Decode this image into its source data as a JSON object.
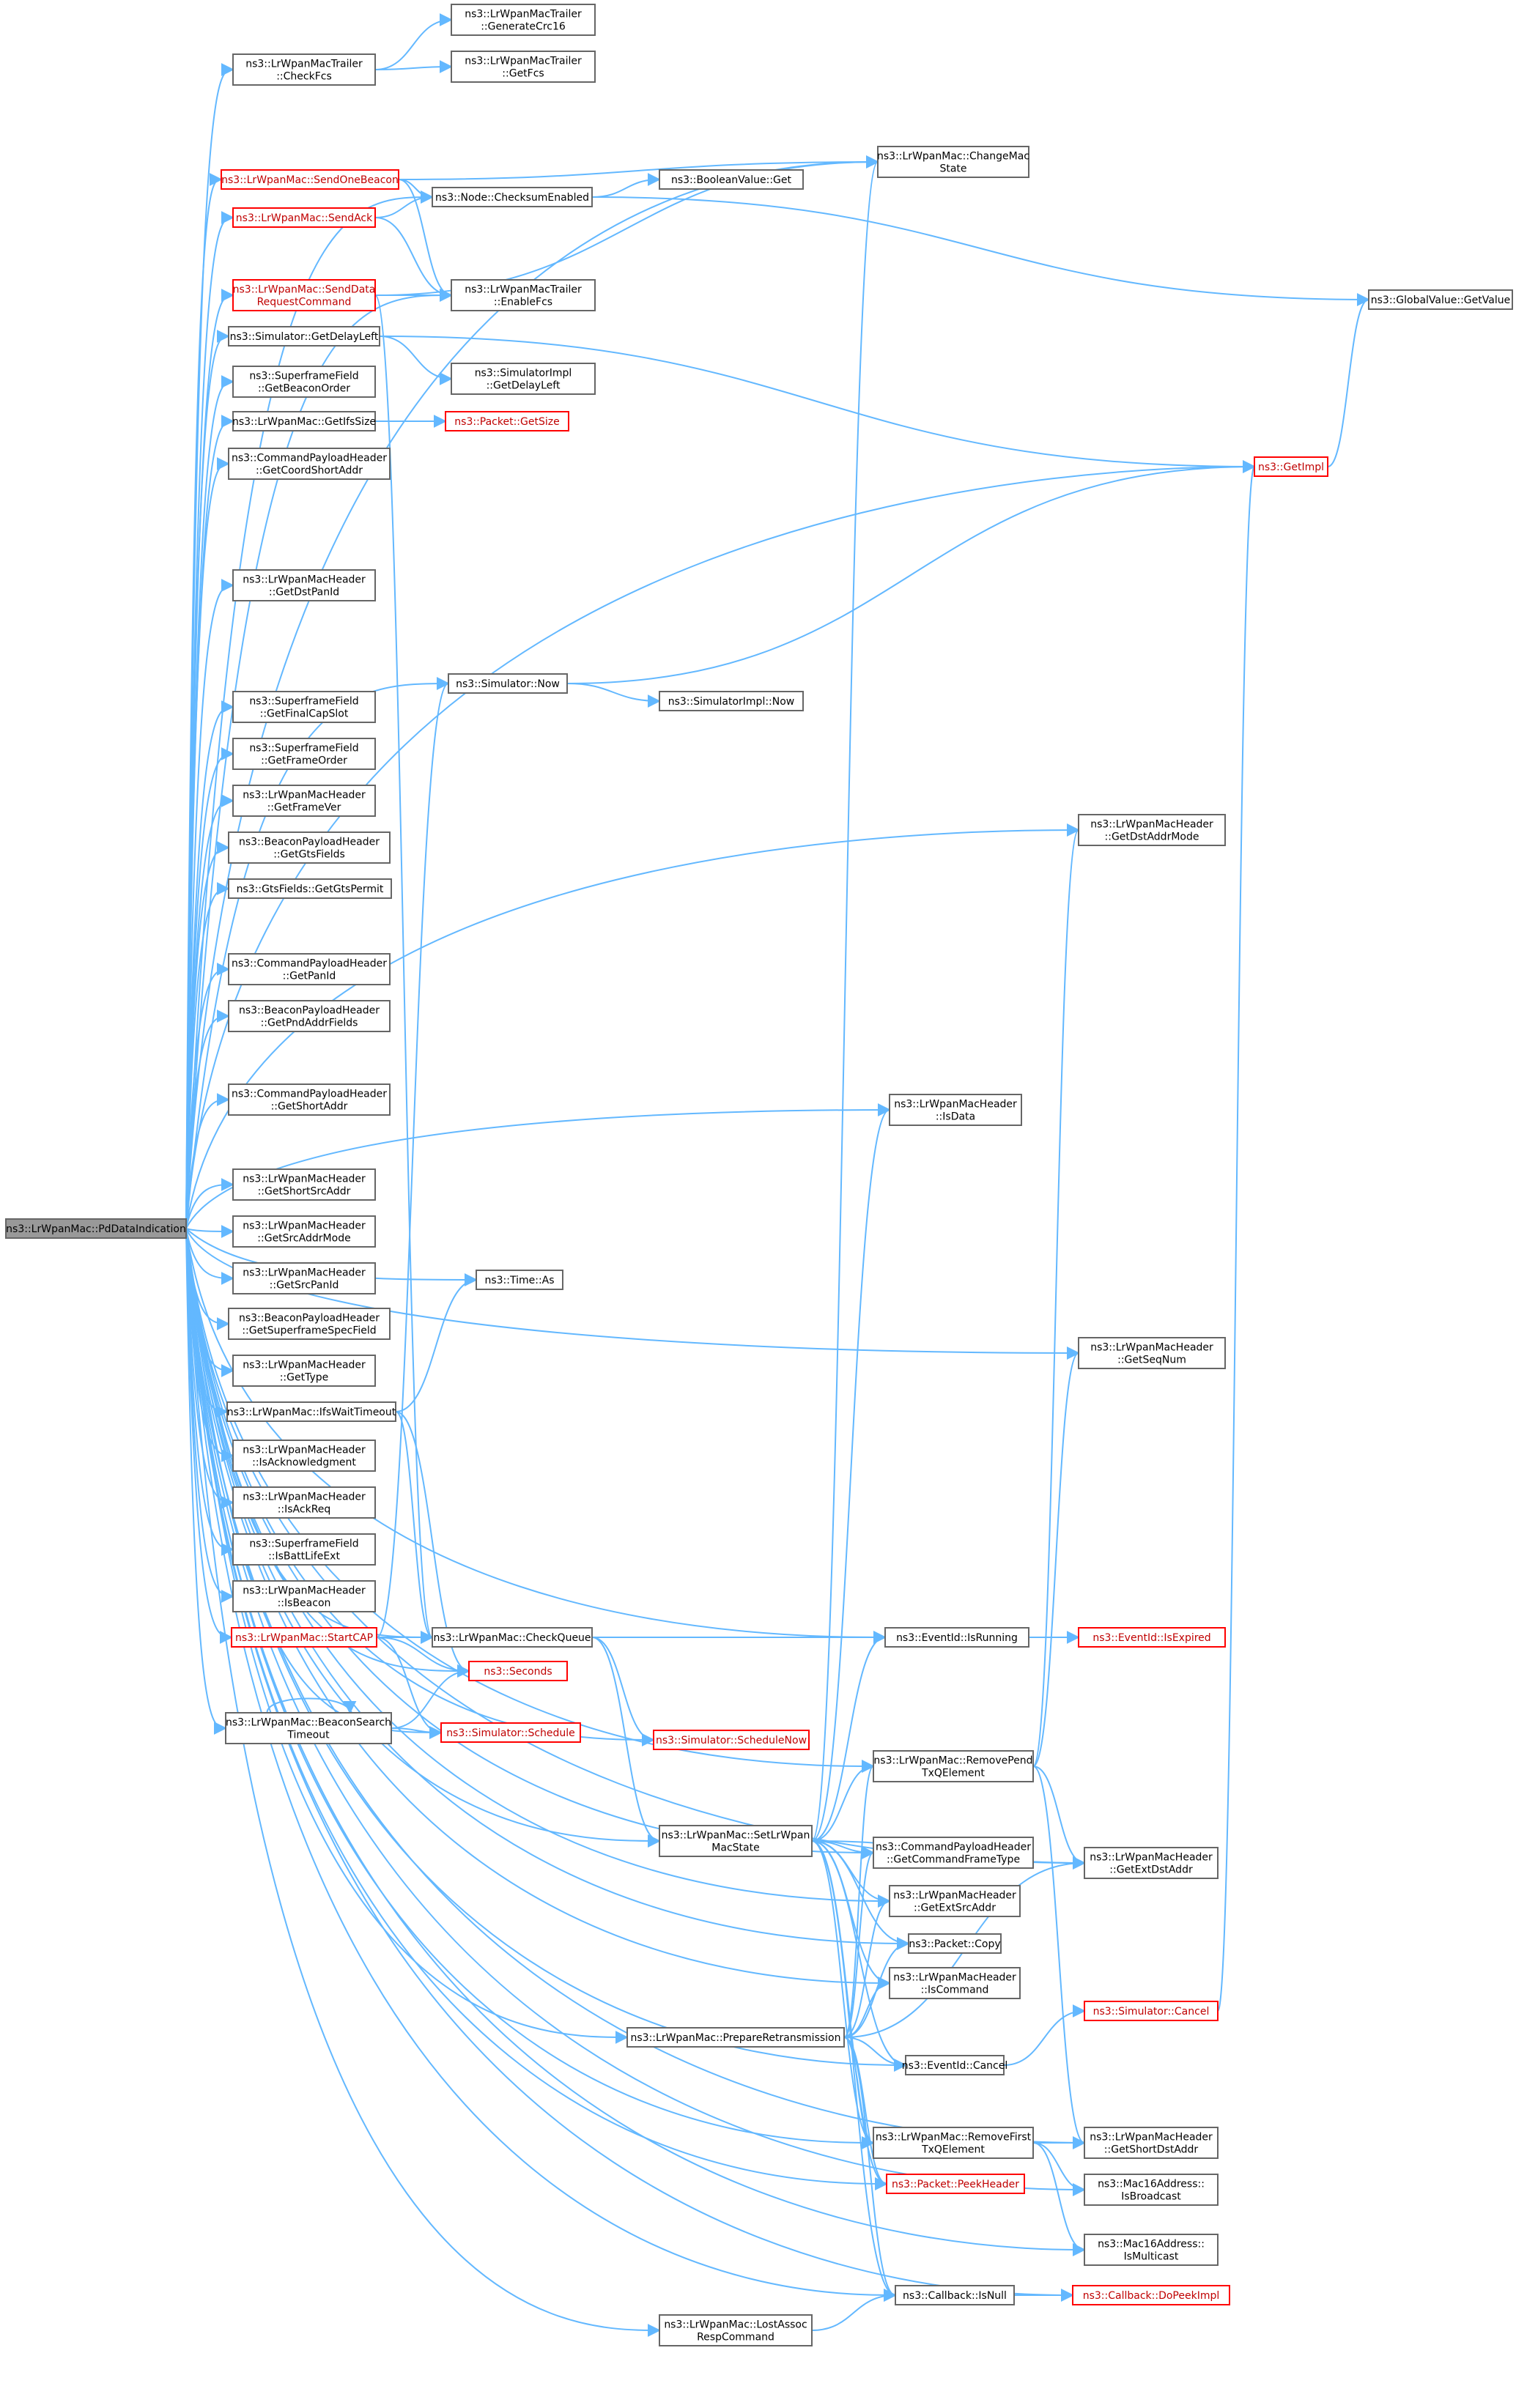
{
  "graph": {
    "root": "ns3::LrWpanMac::PdDataIndication",
    "nodes": [
      {
        "id": "root",
        "lines": [
          "ns3::LrWpanMac::PdDataIndication"
        ],
        "root": true
      },
      {
        "id": "checkfcs",
        "lines": [
          "ns3::LrWpanMacTrailer",
          "::CheckFcs"
        ]
      },
      {
        "id": "gencrc",
        "lines": [
          "ns3::LrWpanMacTrailer",
          "::GenerateCrc16"
        ]
      },
      {
        "id": "getfcs",
        "lines": [
          "ns3::LrWpanMacTrailer",
          "::GetFcs"
        ]
      },
      {
        "id": "changemac",
        "lines": [
          "ns3::LrWpanMac::ChangeMac",
          "State"
        ]
      },
      {
        "id": "sendonebeacon",
        "lines": [
          "ns3::LrWpanMac::SendOneBeacon"
        ],
        "red": true
      },
      {
        "id": "checksum",
        "lines": [
          "ns3::Node::ChecksumEnabled"
        ]
      },
      {
        "id": "boolget",
        "lines": [
          "ns3::BooleanValue::Get"
        ]
      },
      {
        "id": "sendack",
        "lines": [
          "ns3::LrWpanMac::SendAck"
        ],
        "red": true
      },
      {
        "id": "senddatareq",
        "lines": [
          "ns3::LrWpanMac::SendData",
          "RequestCommand"
        ],
        "red": true
      },
      {
        "id": "enablefcs",
        "lines": [
          "ns3::LrWpanMacTrailer",
          "::EnableFcs"
        ]
      },
      {
        "id": "globalget",
        "lines": [
          "ns3::GlobalValue::GetValue"
        ]
      },
      {
        "id": "getdelayleft",
        "lines": [
          "ns3::Simulator::GetDelayLeft"
        ]
      },
      {
        "id": "simimpldelay",
        "lines": [
          "ns3::SimulatorImpl",
          "::GetDelayLeft"
        ]
      },
      {
        "id": "getimpl",
        "lines": [
          "ns3::GetImpl"
        ],
        "red": true
      },
      {
        "id": "getbeaconorder",
        "lines": [
          "ns3::SuperframeField",
          "::GetBeaconOrder"
        ]
      },
      {
        "id": "getifssize",
        "lines": [
          "ns3::LrWpanMac::GetIfsSize"
        ]
      },
      {
        "id": "pktgetsize",
        "lines": [
          "ns3::Packet::GetSize"
        ],
        "red": true
      },
      {
        "id": "getcoordshort",
        "lines": [
          "ns3::CommandPayloadHeader",
          "::GetCoordShortAddr"
        ]
      },
      {
        "id": "getdstpanid",
        "lines": [
          "ns3::LrWpanMacHeader",
          "::GetDstPanId"
        ]
      },
      {
        "id": "simnow",
        "lines": [
          "ns3::Simulator::Now"
        ]
      },
      {
        "id": "simimplnow",
        "lines": [
          "ns3::SimulatorImpl::Now"
        ]
      },
      {
        "id": "getfinalcap",
        "lines": [
          "ns3::SuperframeField",
          "::GetFinalCapSlot"
        ]
      },
      {
        "id": "getframeorder",
        "lines": [
          "ns3::SuperframeField",
          "::GetFrameOrder"
        ]
      },
      {
        "id": "getframever",
        "lines": [
          "ns3::LrWpanMacHeader",
          "::GetFrameVer"
        ]
      },
      {
        "id": "getdstaddrmode",
        "lines": [
          "ns3::LrWpanMacHeader",
          "::GetDstAddrMode"
        ]
      },
      {
        "id": "getgtsfields",
        "lines": [
          "ns3::BeaconPayloadHeader",
          "::GetGtsFields"
        ]
      },
      {
        "id": "getgtspermit",
        "lines": [
          "ns3::GtsFields::GetGtsPermit"
        ]
      },
      {
        "id": "getpanid",
        "lines": [
          "ns3::CommandPayloadHeader",
          "::GetPanId"
        ]
      },
      {
        "id": "getpndaddr",
        "lines": [
          "ns3::BeaconPayloadHeader",
          "::GetPndAddrFields"
        ]
      },
      {
        "id": "getshortaddr",
        "lines": [
          "ns3::CommandPayloadHeader",
          "::GetShortAddr"
        ]
      },
      {
        "id": "isdata",
        "lines": [
          "ns3::LrWpanMacHeader",
          "::IsData"
        ]
      },
      {
        "id": "getshortsrc",
        "lines": [
          "ns3::LrWpanMacHeader",
          "::GetShortSrcAddr"
        ]
      },
      {
        "id": "getsrcaddrmode",
        "lines": [
          "ns3::LrWpanMacHeader",
          "::GetSrcAddrMode"
        ]
      },
      {
        "id": "getsrcpanid",
        "lines": [
          "ns3::LrWpanMacHeader",
          "::GetSrcPanId"
        ]
      },
      {
        "id": "timeas",
        "lines": [
          "ns3::Time::As"
        ]
      },
      {
        "id": "getsuperframe",
        "lines": [
          "ns3::BeaconPayloadHeader",
          "::GetSuperframeSpecField"
        ]
      },
      {
        "id": "getseqnum",
        "lines": [
          "ns3::LrWpanMacHeader",
          "::GetSeqNum"
        ]
      },
      {
        "id": "gettype",
        "lines": [
          "ns3::LrWpanMacHeader",
          "::GetType"
        ]
      },
      {
        "id": "ifswait",
        "lines": [
          "ns3::LrWpanMac::IfsWaitTimeout"
        ]
      },
      {
        "id": "isack",
        "lines": [
          "ns3::LrWpanMacHeader",
          "::IsAcknowledgment"
        ]
      },
      {
        "id": "isackreq",
        "lines": [
          "ns3::LrWpanMacHeader",
          "::IsAckReq"
        ]
      },
      {
        "id": "isbattlife",
        "lines": [
          "ns3::SuperframeField",
          "::IsBattLifeExt"
        ]
      },
      {
        "id": "isbeacon",
        "lines": [
          "ns3::LrWpanMacHeader",
          "::IsBeacon"
        ]
      },
      {
        "id": "startcap",
        "lines": [
          "ns3::LrWpanMac::StartCAP"
        ],
        "red": true
      },
      {
        "id": "checkqueue",
        "lines": [
          "ns3::LrWpanMac::CheckQueue"
        ]
      },
      {
        "id": "eventisrunning",
        "lines": [
          "ns3::EventId::IsRunning"
        ]
      },
      {
        "id": "eventisexpired",
        "lines": [
          "ns3::EventId::IsExpired"
        ],
        "red": true
      },
      {
        "id": "seconds",
        "lines": [
          "ns3::Seconds"
        ],
        "red": true
      },
      {
        "id": "beaconsearch",
        "lines": [
          "ns3::LrWpanMac::BeaconSearch",
          "Timeout"
        ]
      },
      {
        "id": "simschedule",
        "lines": [
          "ns3::Simulator::Schedule"
        ],
        "red": true
      },
      {
        "id": "schedulenow",
        "lines": [
          "ns3::Simulator::ScheduleNow"
        ],
        "red": true
      },
      {
        "id": "removepend",
        "lines": [
          "ns3::LrWpanMac::RemovePend",
          "TxQElement"
        ]
      },
      {
        "id": "setlrwpan",
        "lines": [
          "ns3::LrWpanMac::SetLrWpan",
          "MacState"
        ]
      },
      {
        "id": "getcmdframe",
        "lines": [
          "ns3::CommandPayloadHeader",
          "::GetCommandFrameType"
        ]
      },
      {
        "id": "getextdst",
        "lines": [
          "ns3::LrWpanMacHeader",
          "::GetExtDstAddr"
        ]
      },
      {
        "id": "getextsrc",
        "lines": [
          "ns3::LrWpanMacHeader",
          "::GetExtSrcAddr"
        ]
      },
      {
        "id": "pktcopy",
        "lines": [
          "ns3::Packet::Copy"
        ]
      },
      {
        "id": "iscommand",
        "lines": [
          "ns3::LrWpanMacHeader",
          "::IsCommand"
        ]
      },
      {
        "id": "simcancel",
        "lines": [
          "ns3::Simulator::Cancel"
        ],
        "red": true
      },
      {
        "id": "prepareretrans",
        "lines": [
          "ns3::LrWpanMac::PrepareRetransmission"
        ]
      },
      {
        "id": "eventcancel",
        "lines": [
          "ns3::EventId::Cancel"
        ]
      },
      {
        "id": "removefirst",
        "lines": [
          "ns3::LrWpanMac::RemoveFirst",
          "TxQElement"
        ]
      },
      {
        "id": "getshortdst",
        "lines": [
          "ns3::LrWpanMacHeader",
          "::GetShortDstAddr"
        ]
      },
      {
        "id": "isbroadcast",
        "lines": [
          "ns3::Mac16Address::",
          "IsBroadcast"
        ]
      },
      {
        "id": "peekheader",
        "lines": [
          "ns3::Packet::PeekHeader"
        ],
        "red": true
      },
      {
        "id": "ismulticast",
        "lines": [
          "ns3::Mac16Address::",
          "IsMulticast"
        ]
      },
      {
        "id": "callbackisnull",
        "lines": [
          "ns3::Callback::IsNull"
        ]
      },
      {
        "id": "dopeekimpl",
        "lines": [
          "ns3::Callback::DoPeekImpl"
        ],
        "red": true
      },
      {
        "id": "lostassoc",
        "lines": [
          "ns3::LrWpanMac::LostAssoc",
          "RespCommand"
        ]
      }
    ],
    "edges": [
      [
        "root",
        "checkfcs"
      ],
      [
        "root",
        "changemac"
      ],
      [
        "root",
        "sendonebeacon"
      ],
      [
        "root",
        "checksum"
      ],
      [
        "root",
        "sendack"
      ],
      [
        "root",
        "senddatareq"
      ],
      [
        "root",
        "enablefcs"
      ],
      [
        "root",
        "getdelayleft"
      ],
      [
        "root",
        "getimpl"
      ],
      [
        "root",
        "getbeaconorder"
      ],
      [
        "root",
        "getifssize"
      ],
      [
        "root",
        "getcoordshort"
      ],
      [
        "root",
        "getdstaddrmode"
      ],
      [
        "root",
        "getdstpanid"
      ],
      [
        "root",
        "simnow"
      ],
      [
        "root",
        "getseqnum"
      ],
      [
        "root",
        "isdata"
      ],
      [
        "root",
        "getfinalcap"
      ],
      [
        "root",
        "getframeorder"
      ],
      [
        "root",
        "getframever"
      ],
      [
        "root",
        "getgtsfields"
      ],
      [
        "root",
        "getgtspermit"
      ],
      [
        "root",
        "removepend"
      ],
      [
        "root",
        "getpanid"
      ],
      [
        "root",
        "getpndaddr"
      ],
      [
        "root",
        "eventisrunning"
      ],
      [
        "root",
        "getshortaddr"
      ],
      [
        "root",
        "timeas"
      ],
      [
        "root",
        "getshortsrc"
      ],
      [
        "root",
        "getsrcaddrmode"
      ],
      [
        "root",
        "getsrcpanid"
      ],
      [
        "root",
        "getsuperframe"
      ],
      [
        "root",
        "gettype"
      ],
      [
        "root",
        "ifswait"
      ],
      [
        "root",
        "isack"
      ],
      [
        "root",
        "isackreq"
      ],
      [
        "root",
        "isbattlife"
      ],
      [
        "root",
        "isbeacon"
      ],
      [
        "root",
        "startcap"
      ],
      [
        "root",
        "checkqueue"
      ],
      [
        "root",
        "seconds"
      ],
      [
        "root",
        "beaconsearch"
      ],
      [
        "root",
        "simschedule"
      ],
      [
        "root",
        "schedulenow"
      ],
      [
        "root",
        "setlrwpan"
      ],
      [
        "root",
        "getcmdframe"
      ],
      [
        "root",
        "getextdst"
      ],
      [
        "root",
        "getextsrc"
      ],
      [
        "root",
        "pktcopy"
      ],
      [
        "root",
        "iscommand"
      ],
      [
        "root",
        "prepareretrans"
      ],
      [
        "root",
        "eventcancel"
      ],
      [
        "root",
        "removefirst"
      ],
      [
        "root",
        "getshortdst"
      ],
      [
        "root",
        "peekheader"
      ],
      [
        "root",
        "isbroadcast"
      ],
      [
        "root",
        "ismulticast"
      ],
      [
        "root",
        "callbackisnull"
      ],
      [
        "root",
        "lostassoc"
      ],
      [
        "root",
        "dopeekimpl"
      ],
      [
        "checkfcs",
        "gencrc"
      ],
      [
        "checkfcs",
        "getfcs"
      ],
      [
        "sendonebeacon",
        "changemac"
      ],
      [
        "sendonebeacon",
        "checksum"
      ],
      [
        "sendonebeacon",
        "enablefcs"
      ],
      [
        "checksum",
        "boolget"
      ],
      [
        "checksum",
        "globalget"
      ],
      [
        "sendack",
        "checksum"
      ],
      [
        "sendack",
        "enablefcs"
      ],
      [
        "senddatareq",
        "changemac"
      ],
      [
        "senddatareq",
        "enablefcs"
      ],
      [
        "senddatareq",
        "checkqueue"
      ],
      [
        "getdelayleft",
        "simimpldelay"
      ],
      [
        "getdelayleft",
        "getimpl"
      ],
      [
        "getimpl",
        "globalget"
      ],
      [
        "getifssize",
        "pktgetsize"
      ],
      [
        "simnow",
        "simimplnow"
      ],
      [
        "simnow",
        "getimpl"
      ],
      [
        "ifswait",
        "timeas"
      ],
      [
        "ifswait",
        "checkqueue"
      ],
      [
        "ifswait",
        "seconds"
      ],
      [
        "startcap",
        "simnow"
      ],
      [
        "startcap",
        "seconds"
      ],
      [
        "startcap",
        "simschedule"
      ],
      [
        "startcap",
        "checkqueue"
      ],
      [
        "checkqueue",
        "eventisrunning"
      ],
      [
        "checkqueue",
        "schedulenow"
      ],
      [
        "checkqueue",
        "setlrwpan"
      ],
      [
        "eventisrunning",
        "eventisexpired"
      ],
      [
        "beaconsearch",
        "beaconsearch"
      ],
      [
        "beaconsearch",
        "seconds"
      ],
      [
        "beaconsearch",
        "simschedule"
      ],
      [
        "removepend",
        "getdstaddrmode"
      ],
      [
        "removepend",
        "getseqnum"
      ],
      [
        "removepend",
        "getextdst"
      ],
      [
        "removepend",
        "getshortdst"
      ],
      [
        "setlrwpan",
        "changemac"
      ],
      [
        "setlrwpan",
        "isdata"
      ],
      [
        "setlrwpan",
        "eventisrunning"
      ],
      [
        "setlrwpan",
        "removepend"
      ],
      [
        "setlrwpan",
        "getcmdframe"
      ],
      [
        "setlrwpan",
        "getextdst"
      ],
      [
        "setlrwpan",
        "getextsrc"
      ],
      [
        "setlrwpan",
        "pktcopy"
      ],
      [
        "setlrwpan",
        "iscommand"
      ],
      [
        "setlrwpan",
        "eventcancel"
      ],
      [
        "setlrwpan",
        "removefirst"
      ],
      [
        "setlrwpan",
        "peekheader"
      ],
      [
        "setlrwpan",
        "callbackisnull"
      ],
      [
        "prepareretrans",
        "removepend"
      ],
      [
        "prepareretrans",
        "getcmdframe"
      ],
      [
        "prepareretrans",
        "getextsrc"
      ],
      [
        "prepareretrans",
        "pktcopy"
      ],
      [
        "prepareretrans",
        "iscommand"
      ],
      [
        "prepareretrans",
        "getextdst"
      ],
      [
        "prepareretrans",
        "eventcancel"
      ],
      [
        "prepareretrans",
        "removefirst"
      ],
      [
        "prepareretrans",
        "peekheader"
      ],
      [
        "prepareretrans",
        "callbackisnull"
      ],
      [
        "simcancel",
        "getimpl"
      ],
      [
        "eventcancel",
        "simcancel"
      ],
      [
        "removefirst",
        "getshortdst"
      ],
      [
        "removefirst",
        "isbroadcast"
      ],
      [
        "removefirst",
        "ismulticast"
      ],
      [
        "callbackisnull",
        "dopeekimpl"
      ],
      [
        "lostassoc",
        "callbackisnull"
      ]
    ]
  }
}
